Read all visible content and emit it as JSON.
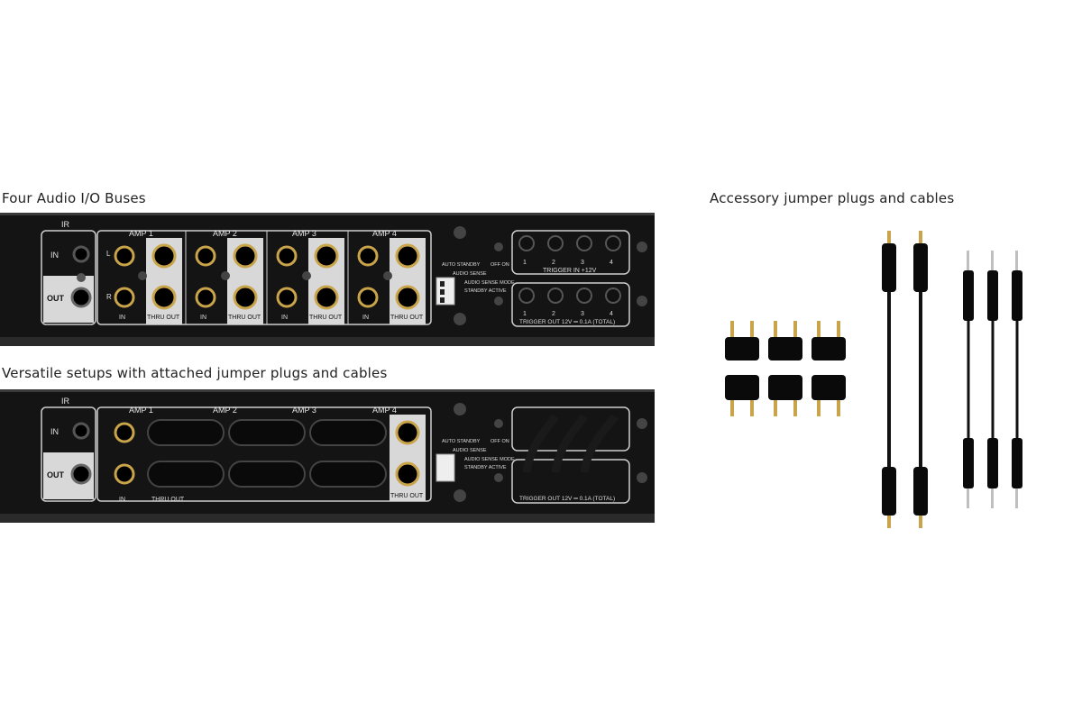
{
  "captions": {
    "top": "Four Audio I/O Buses",
    "bottom": "Versatile setups with attached jumper plugs and cables",
    "right": "Accessory jumper plugs and cables"
  },
  "panel": {
    "ir": "IR",
    "ir_in": "IN",
    "ir_out": "OUT",
    "ch_l": "L",
    "ch_r": "R",
    "amps": [
      "AMP 1",
      "AMP 2",
      "AMP 3",
      "AMP 4"
    ],
    "in_label": "IN",
    "thru_out_label": "THRU OUT",
    "auto_standby": "AUTO STANDBY",
    "off_on": "OFF ON",
    "audio_sense": "AUDIO SENSE",
    "audio_sense_mode": "AUDIO SENSE MODE",
    "standby_active": "STANDBY ACTIVE",
    "trigger_in": "TRIGGER IN  +12V",
    "trigger_out": "TRIGGER OUT  12V ═ 0.1A (TOTAL)",
    "trigger_numbers": [
      "1",
      "2",
      "3",
      "4"
    ]
  },
  "colors": {
    "panel_body": "#141414",
    "panel_edge": "#3a3a3a",
    "jack_gold": "#c9a44a",
    "silkscreen": "#d8d8d8",
    "caption_text": "#222222"
  }
}
